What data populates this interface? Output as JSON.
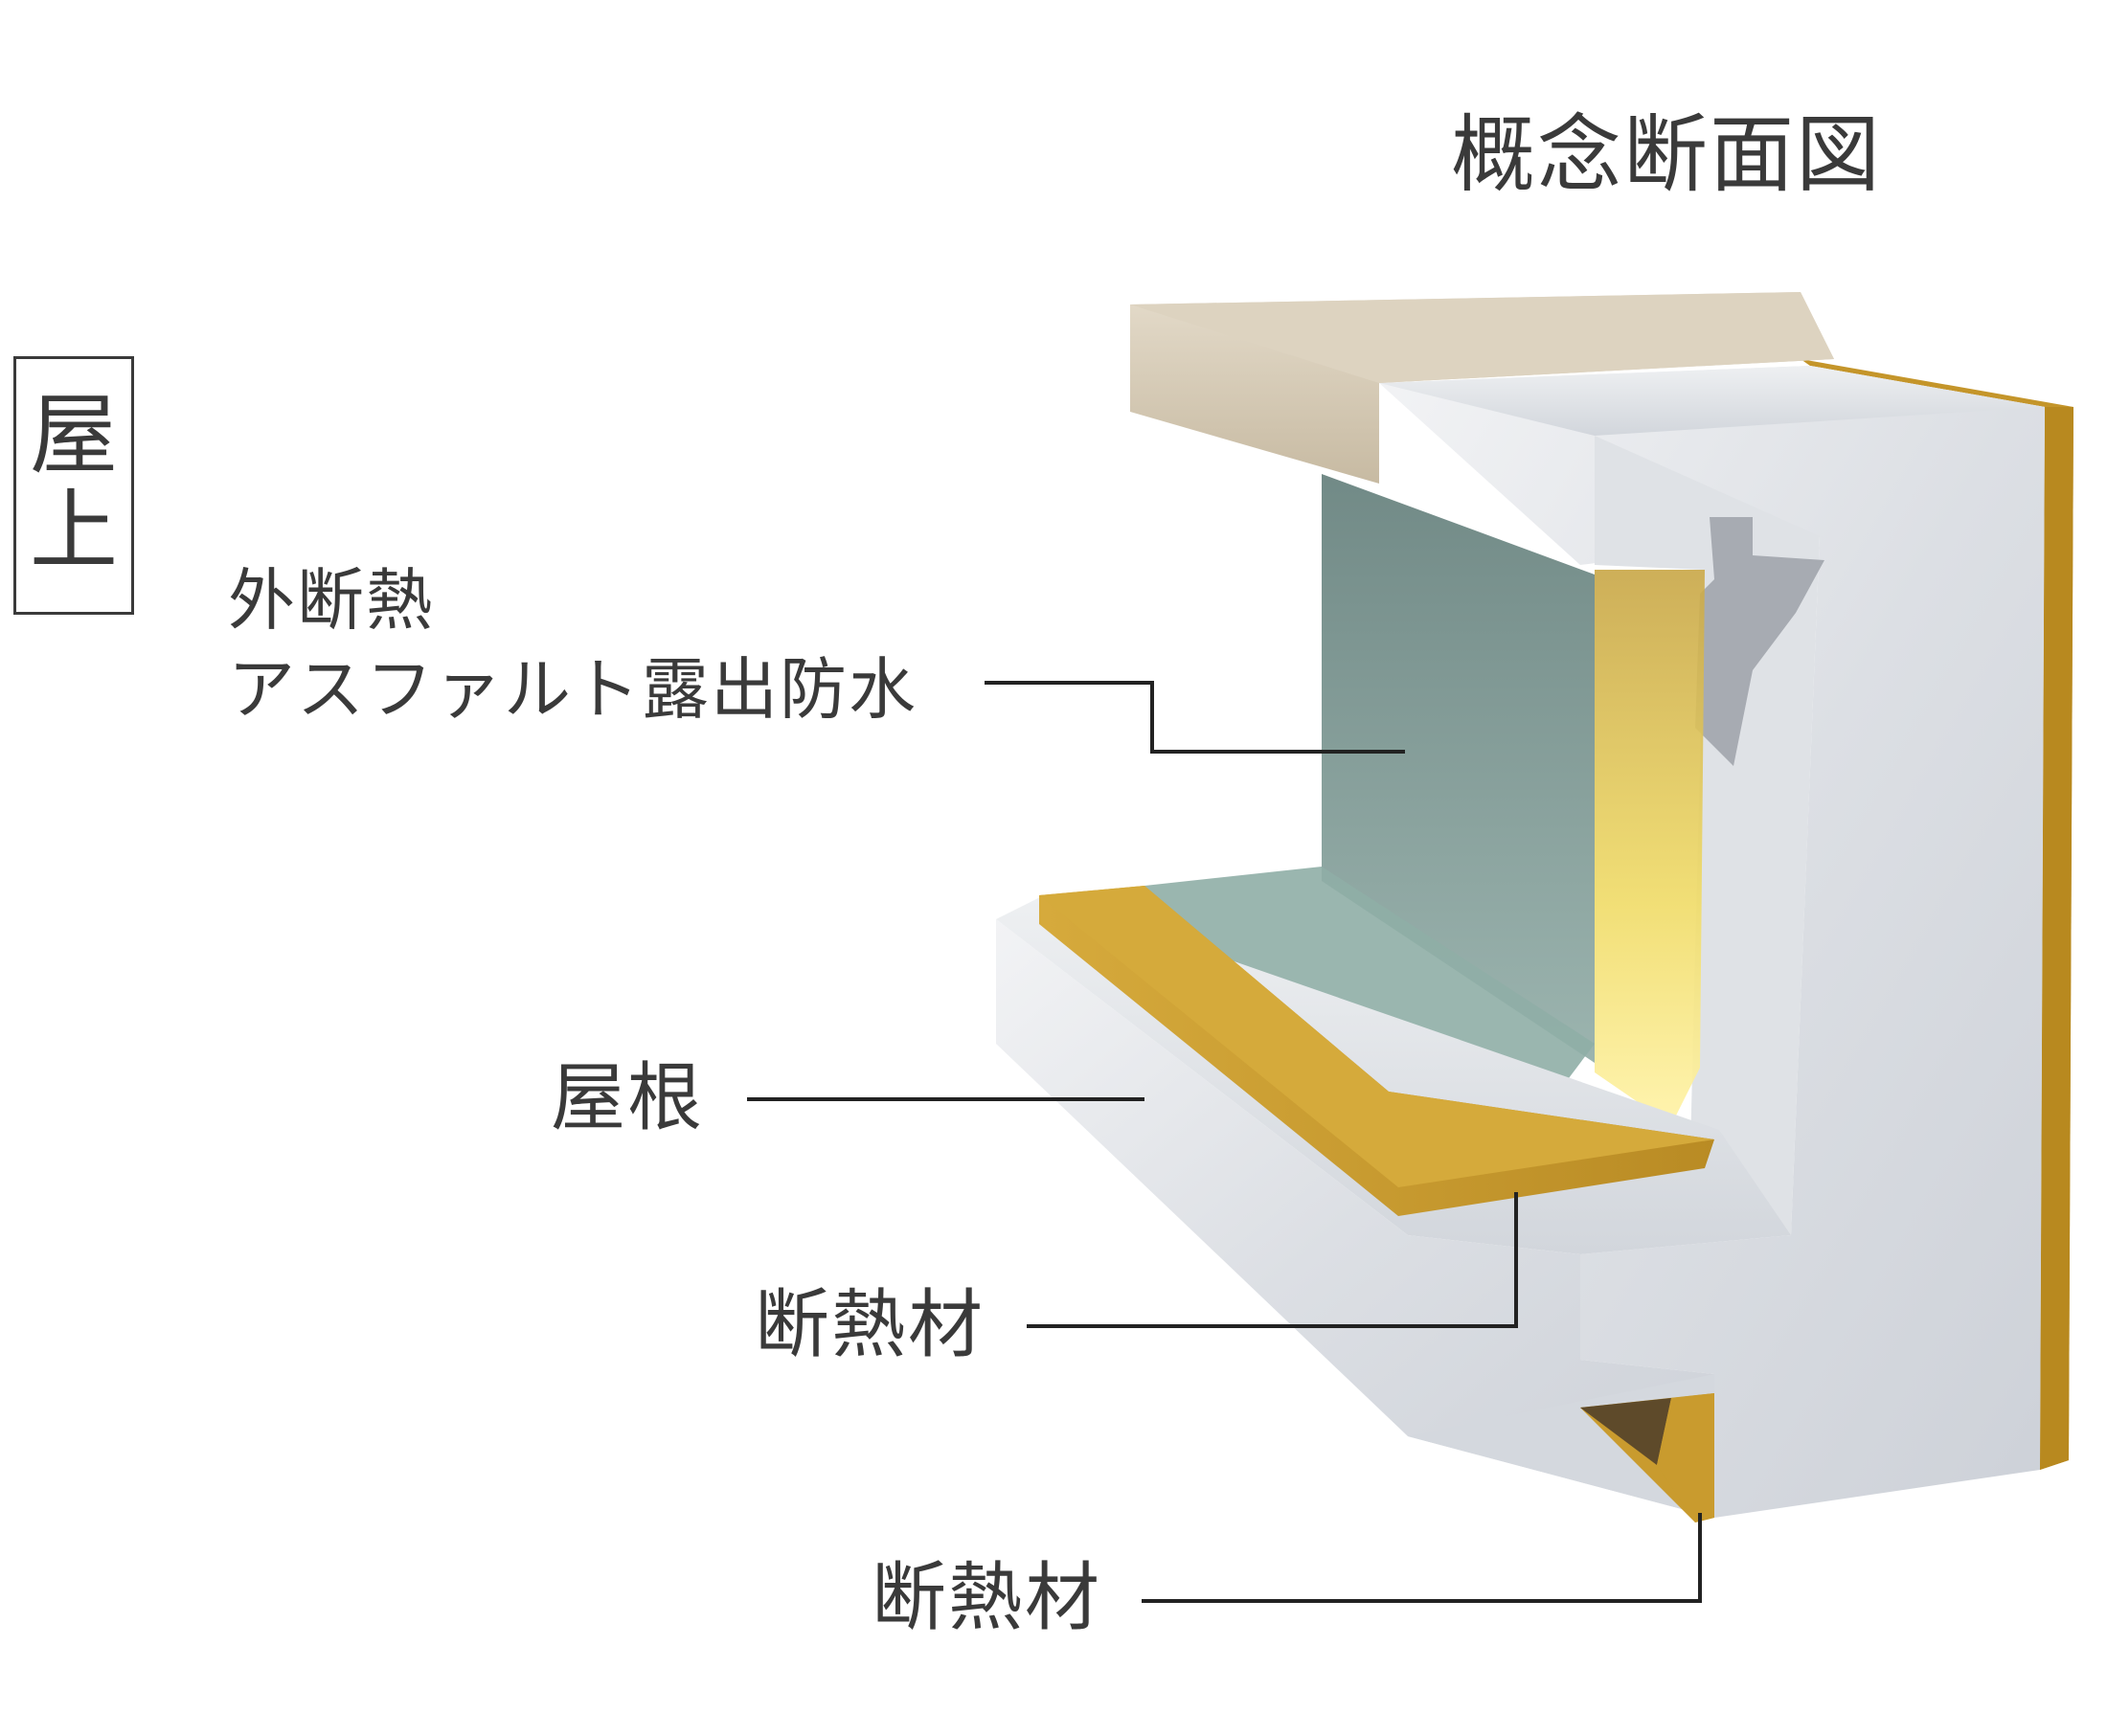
{
  "title": "概念断面図",
  "badge": "屋上",
  "labels": {
    "exterior_insulation_line1": "外断熱",
    "exterior_insulation_line2": "アスファルト露出防水",
    "roof": "屋根",
    "insulation_upper": "断熱材",
    "insulation_lower": "断熱材"
  },
  "colors": {
    "concrete": "#e3e6ea",
    "concrete_shadow": "#b9bec6",
    "insulation_gold": "#c99b2e",
    "waterproof_teal": "#6f8b84",
    "coping": "#cfc3ae",
    "highlight_yellow": "#efd866",
    "leader_line": "#222222",
    "text": "#3a3a3a"
  }
}
